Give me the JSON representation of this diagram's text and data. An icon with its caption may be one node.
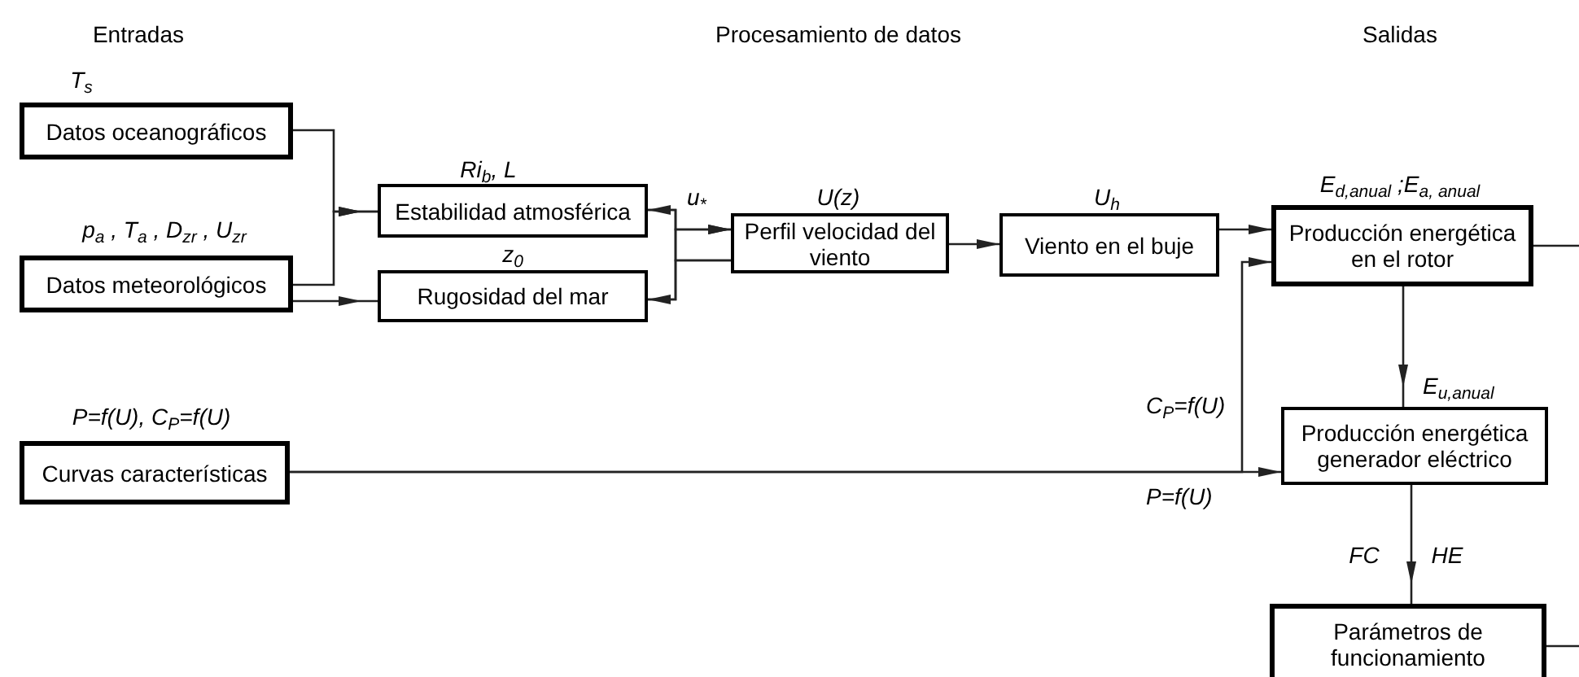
{
  "diagram": {
    "nodes": [
      {
        "text": [
          "Datos oceanográficos"
        ],
        "beside": [
          "T$_{s}$"
        ]
      },
      {
        "text": [
          "Datos meteorológicos"
        ],
        "beside": [
          "p$_{a}$ , T$_{a}$ , D$_{zr}$ , U$_{zr}$"
        ]
      },
      {
        "text": [
          "Estabilidad atmosférica"
        ],
        "beside": [
          "Ri$_{b}$, L"
        ]
      },
      {
        "text": [
          "Rugosidad del mar"
        ],
        "beside": [
          "z$_{0}$"
        ]
      },
      {
        "text": [
          "Perfil velocidad del viento"
        ],
        "beside": [
          "U(z)"
        ]
      },
      {
        "text": [
          "Viento en el buje"
        ],
        "beside": [
          "U$_{h}$"
        ]
      },
      {
        "text": [
          "Producción energética en el rotor"
        ],
        "beside": [
          "E$_{d,anual}$ ;E$_{a, anual}$"
        ]
      },
      {
        "text": [
          "Curvas características"
        ],
        "beside": [
          "P=f(U), C$_{P}$=f(U)"
        ]
      },
      {
        "text": [
          "Producción energética generador eléctrico"
        ]
      },
      {
        "text": [
          "Parámetros de funcionamiento"
        ]
      }
    ],
    "edges": [
      {
        "from": 0,
        "to": 2,
        "arrow": "to"
      },
      {
        "from": 1,
        "to": 2,
        "arrow": "to"
      },
      {
        "from": 1,
        "to": 3,
        "arrow": "to"
      },
      {
        "from": 2,
        "to": 4,
        "arrow": "to",
        "label": "u$_{*}$"
      },
      {
        "from": 3,
        "to": 4,
        "arrow": "to"
      },
      {
        "from": 4,
        "to": 2,
        "arrow": "to"
      },
      {
        "from": 4,
        "to": 3,
        "arrow": "to"
      },
      {
        "from": 4,
        "to": 5,
        "arrow": "to"
      },
      {
        "from": 5,
        "to": 6,
        "arrow": "to"
      },
      {
        "from": 6,
        "to": null,
        "arrow": "none"
      },
      {
        "from": 6,
        "to": 8,
        "arrow": "to",
        "label": "E$_{u,anual}$"
      },
      {
        "from": 7,
        "to": 6,
        "arrow": "to",
        "label": "C$_{P}$=f(U)"
      },
      {
        "from": 7,
        "to": 8,
        "arrow": "to",
        "label": "P=f(U)"
      },
      {
        "from": 8,
        "to": 9,
        "arrow": "to"
      },
      {
        "from": 9,
        "to": null,
        "arrow": "none"
      }
    ],
    "labels": [
      "Entradas",
      "Procesamiento de datos",
      "Salidas",
      "FC",
      "HE"
    ]
  }
}
